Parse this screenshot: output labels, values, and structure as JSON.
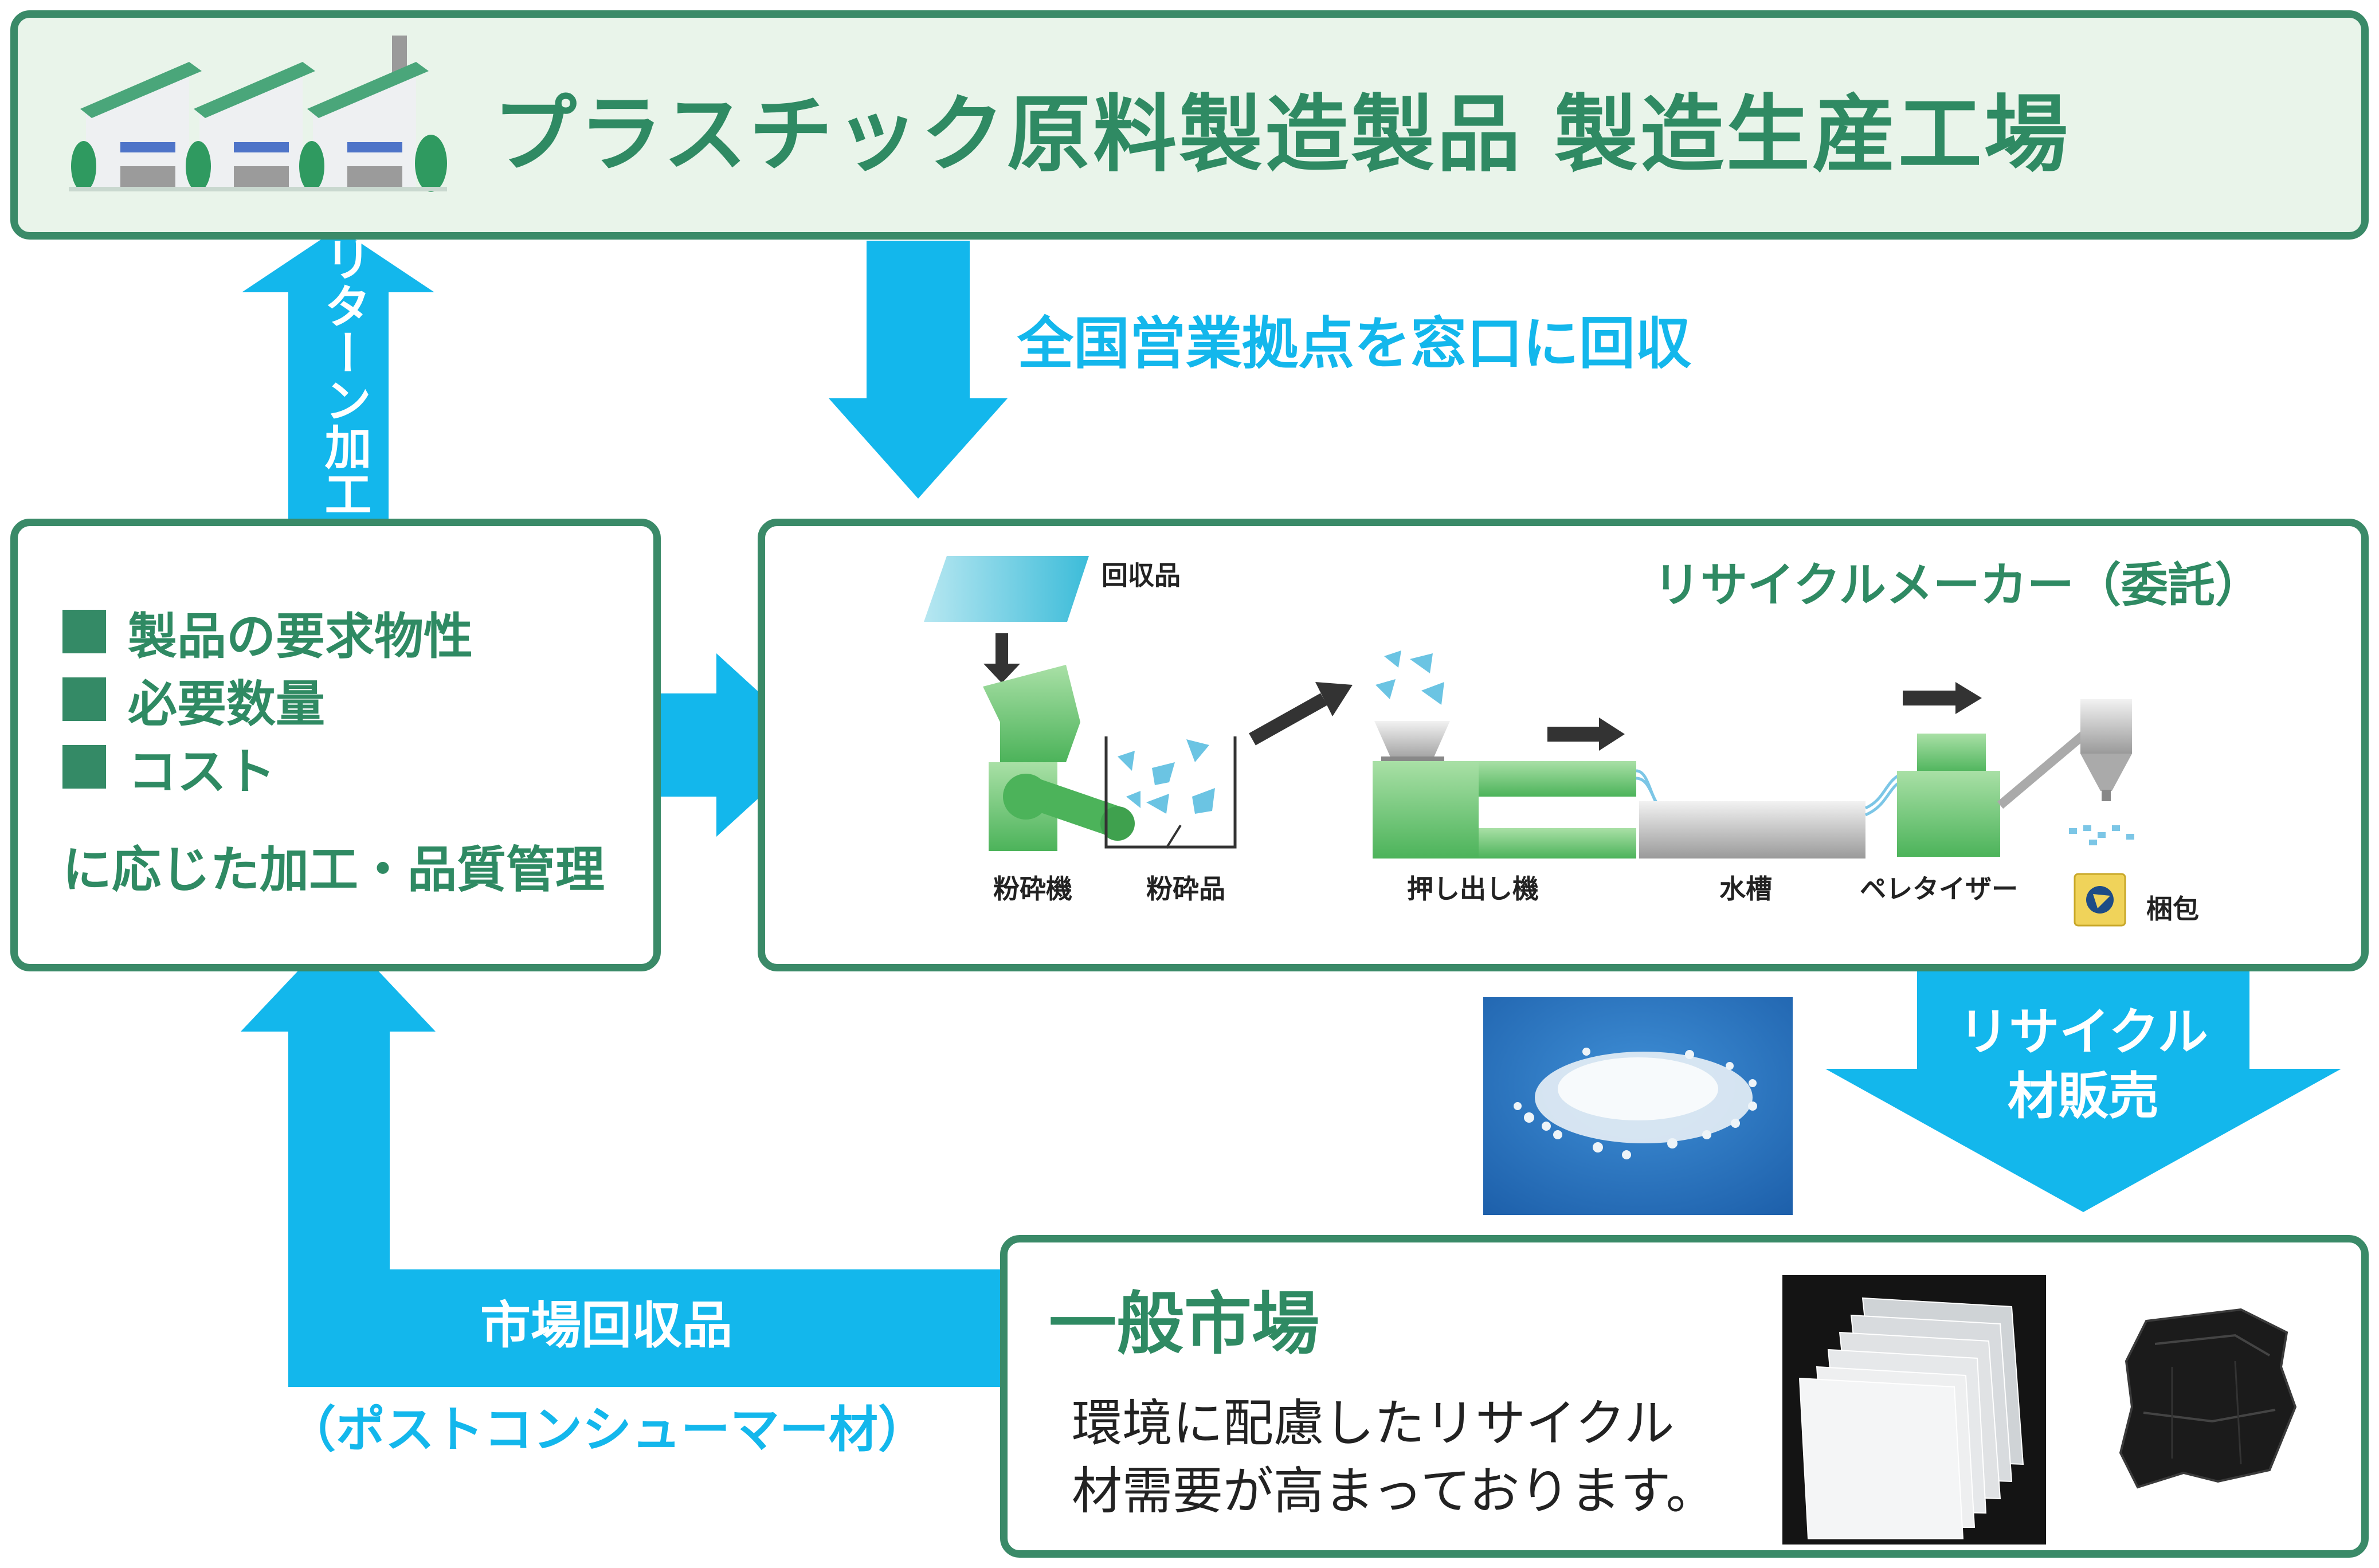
{
  "factory": {
    "title": "プラスチック原料製造製品 製造生産工場"
  },
  "arrows": {
    "collect": "全国営業拠点を窓口に回収",
    "return_label": "リターン加工",
    "recycle_sales": [
      "リサイクル",
      "材販売"
    ],
    "market_return": "市場回収品",
    "post_consumer": "（ポストコンシューマー材）"
  },
  "requirements": {
    "items": [
      "製品の要求物性",
      "必要数量",
      "コスト"
    ],
    "footer": "に応じた加工・品質管理"
  },
  "recycler": {
    "title": "リサイクルメーカー（委託）",
    "input_label": "回収品",
    "steps": [
      "粉砕機",
      "粉砕品",
      "押し出し機",
      "水槽",
      "ペレタイザー",
      "梱包"
    ]
  },
  "market": {
    "title": "一般市場",
    "description": [
      "環境に配慮したリサイクル",
      "材需要が高まっております。"
    ]
  },
  "colors": {
    "green_border": "#3a8a68",
    "green_text": "#2f8a63",
    "blue_arrow": "#13b7ec",
    "factory_bg": "#e9f4ea"
  }
}
